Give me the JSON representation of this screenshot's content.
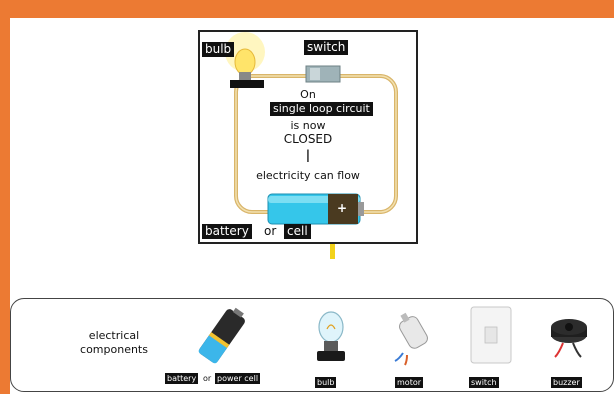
{
  "diagram": {
    "label_bulb": "bulb",
    "label_switch": "switch",
    "text_on": "On",
    "text_circuit": "single loop circuit",
    "text_is_now": "is now",
    "text_closed": "CLOSED",
    "text_bar": "|",
    "text_flow": "electricity can flow",
    "label_battery": "battery",
    "text_or": "or",
    "label_cell": "cell",
    "battery_sign": "+"
  },
  "components": {
    "title": "electrical components",
    "battery_label": "battery",
    "or_text": "or",
    "power_cell_label": "power cell",
    "bulb_label": "bulb",
    "motor_label": "motor",
    "switch_label": "switch",
    "buzzer_label": "buzzer"
  },
  "colors": {
    "frame": "#ec7a33",
    "wire": "#d9b56a",
    "battery": "#35c6ea",
    "marker": "#f2d21b"
  }
}
